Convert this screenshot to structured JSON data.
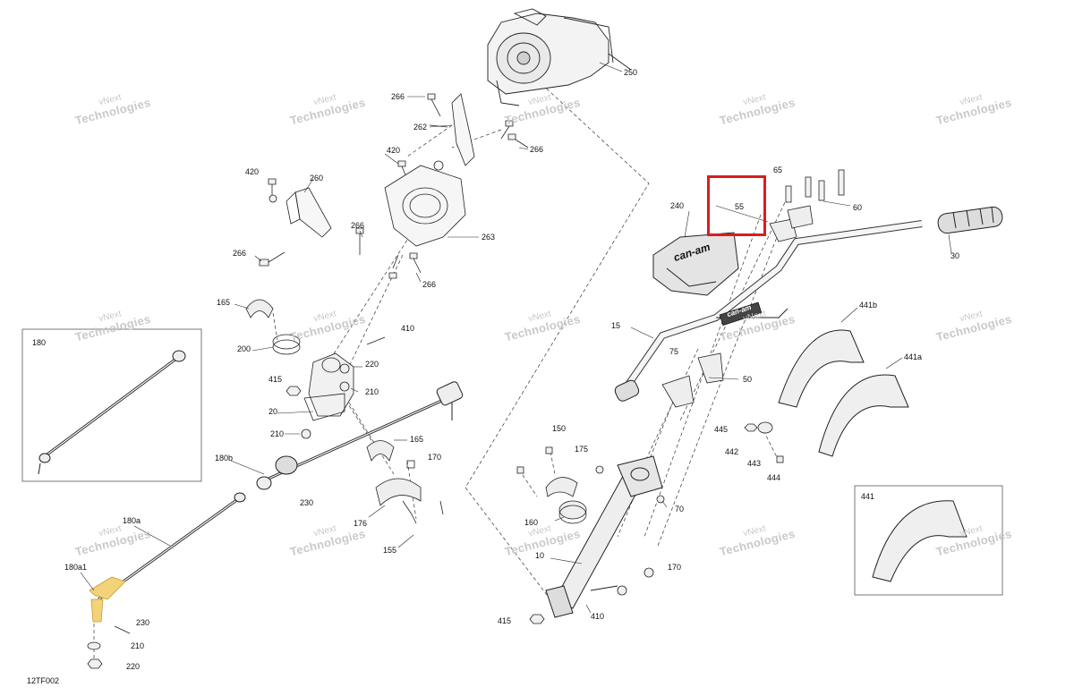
{
  "figure_id": "12TF002",
  "watermark": {
    "line1": "vNext",
    "line2": "Technologies"
  },
  "brand_text": "can-am",
  "highlight_color": "#d81e1e",
  "part_labels": {
    "p250": "250",
    "p266a": "266",
    "p262": "262",
    "p266b": "266",
    "p420a": "420",
    "p420b": "420",
    "p260": "260",
    "p266c": "266",
    "p263": "263",
    "p266d": "266",
    "p266e": "266",
    "p165a": "165",
    "p410a": "410",
    "p200": "200",
    "p220a": "220",
    "p415a": "415",
    "p210a": "210",
    "p20": "20",
    "p210b": "210",
    "p165b": "165",
    "p180b": "180b",
    "p170a": "170",
    "p230a": "230",
    "p176": "176",
    "p155": "155",
    "p180a": "180a",
    "p180a1": "180a1",
    "p230b": "230",
    "p210c": "210",
    "p220b": "220",
    "p65": "65",
    "p240": "240",
    "p55": "55",
    "p60": "60",
    "p30": "30",
    "p441b": "441b",
    "p15": "15",
    "p75": "75",
    "p441a": "441a",
    "p50": "50",
    "p445": "445",
    "p442": "442",
    "p443": "443",
    "p444": "444",
    "p150": "150",
    "p175": "175",
    "p160": "160",
    "p70": "70",
    "p10": "10",
    "p170b": "170",
    "p410b": "410",
    "p415b": "415"
  },
  "insets": {
    "left_title": "180",
    "right_title": "441"
  }
}
